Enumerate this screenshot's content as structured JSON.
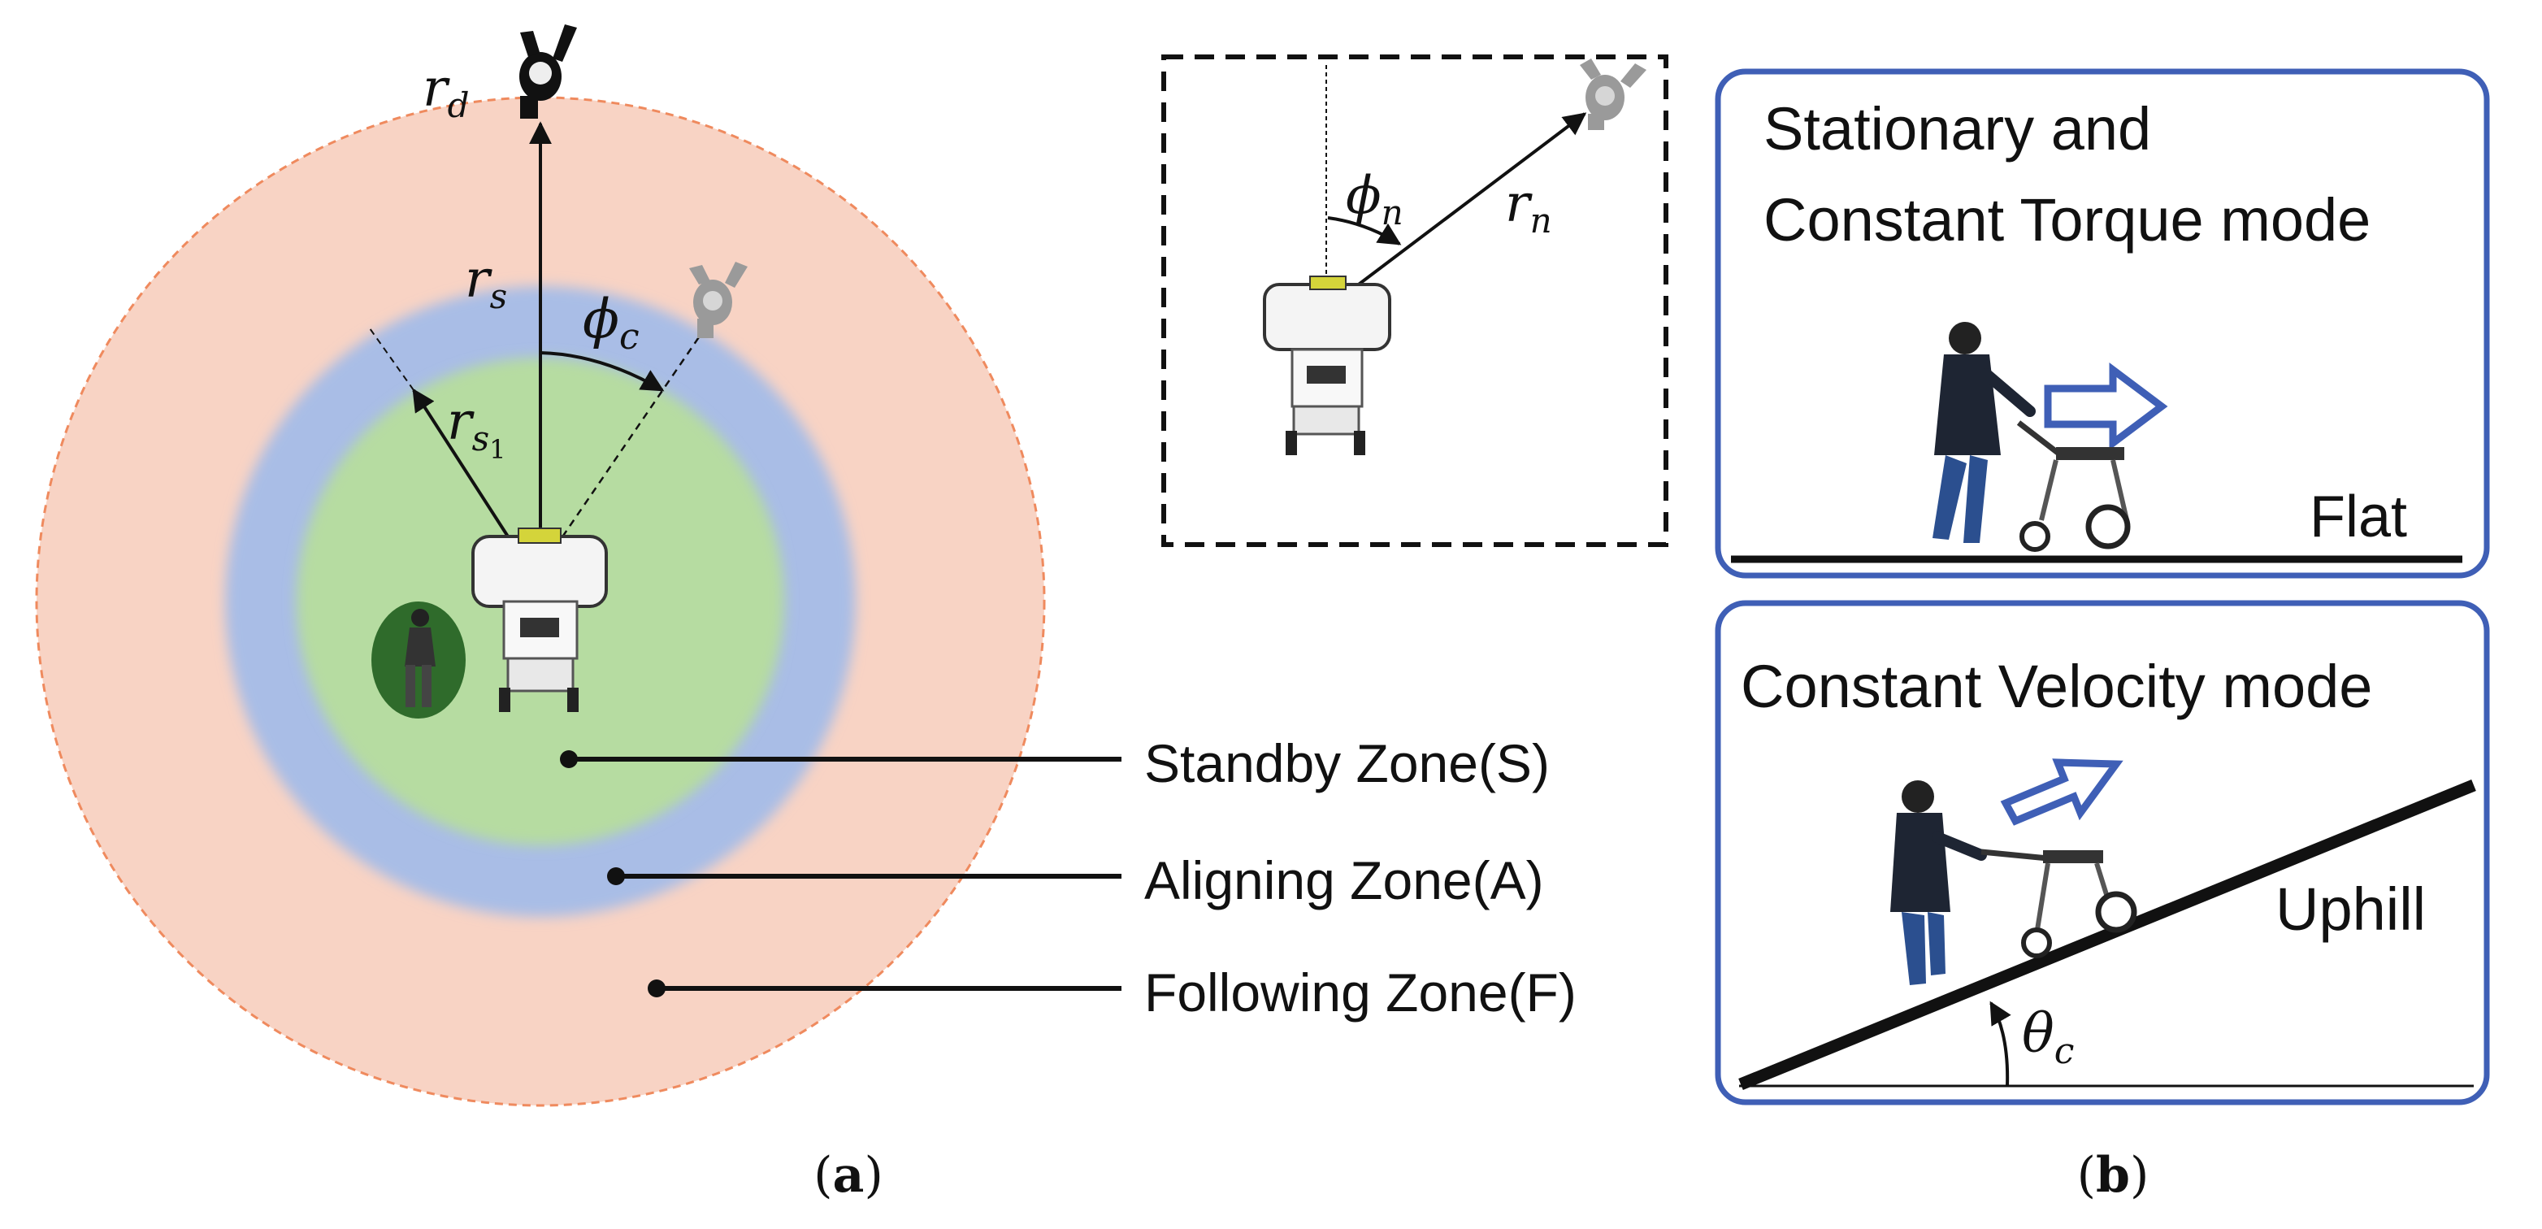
{
  "panel_a": {
    "caption_open": "(",
    "caption_letter": "a",
    "caption_close": ")",
    "zones": {
      "standby": "Standby Zone(S)",
      "aligning": "Aligning Zone(A)",
      "following": "Following Zone(F)"
    },
    "symbols": {
      "r_d": {
        "base": "r",
        "sub": "d"
      },
      "r_s": {
        "base": "r",
        "sub": "s"
      },
      "r_s1": {
        "base": "r",
        "sub": "s",
        "subsub": "1"
      },
      "phi_c": {
        "base": "ϕ",
        "sub": "c"
      }
    },
    "colors": {
      "following": "#f8d3c4",
      "following_border": "#ef8a5e",
      "aligning": "#a9bde6",
      "standby": "#b6dca1"
    }
  },
  "inset": {
    "symbols": {
      "phi_n": {
        "base": "ϕ",
        "sub": "n"
      },
      "r_n": {
        "base": "r",
        "sub": "n"
      }
    }
  },
  "panel_b": {
    "caption_open": "(",
    "caption_letter": "b",
    "caption_close": ")",
    "box1": {
      "title_line1": "Stationary and",
      "title_line2": "Constant Torque mode",
      "ground": "Flat"
    },
    "box2": {
      "title": "Constant Velocity mode",
      "ground": "Uphill",
      "angle": {
        "base": "θ",
        "sub": "c"
      }
    },
    "colors": {
      "box_border": "#3f5fb6",
      "arrow": "#3f5fb6"
    }
  }
}
